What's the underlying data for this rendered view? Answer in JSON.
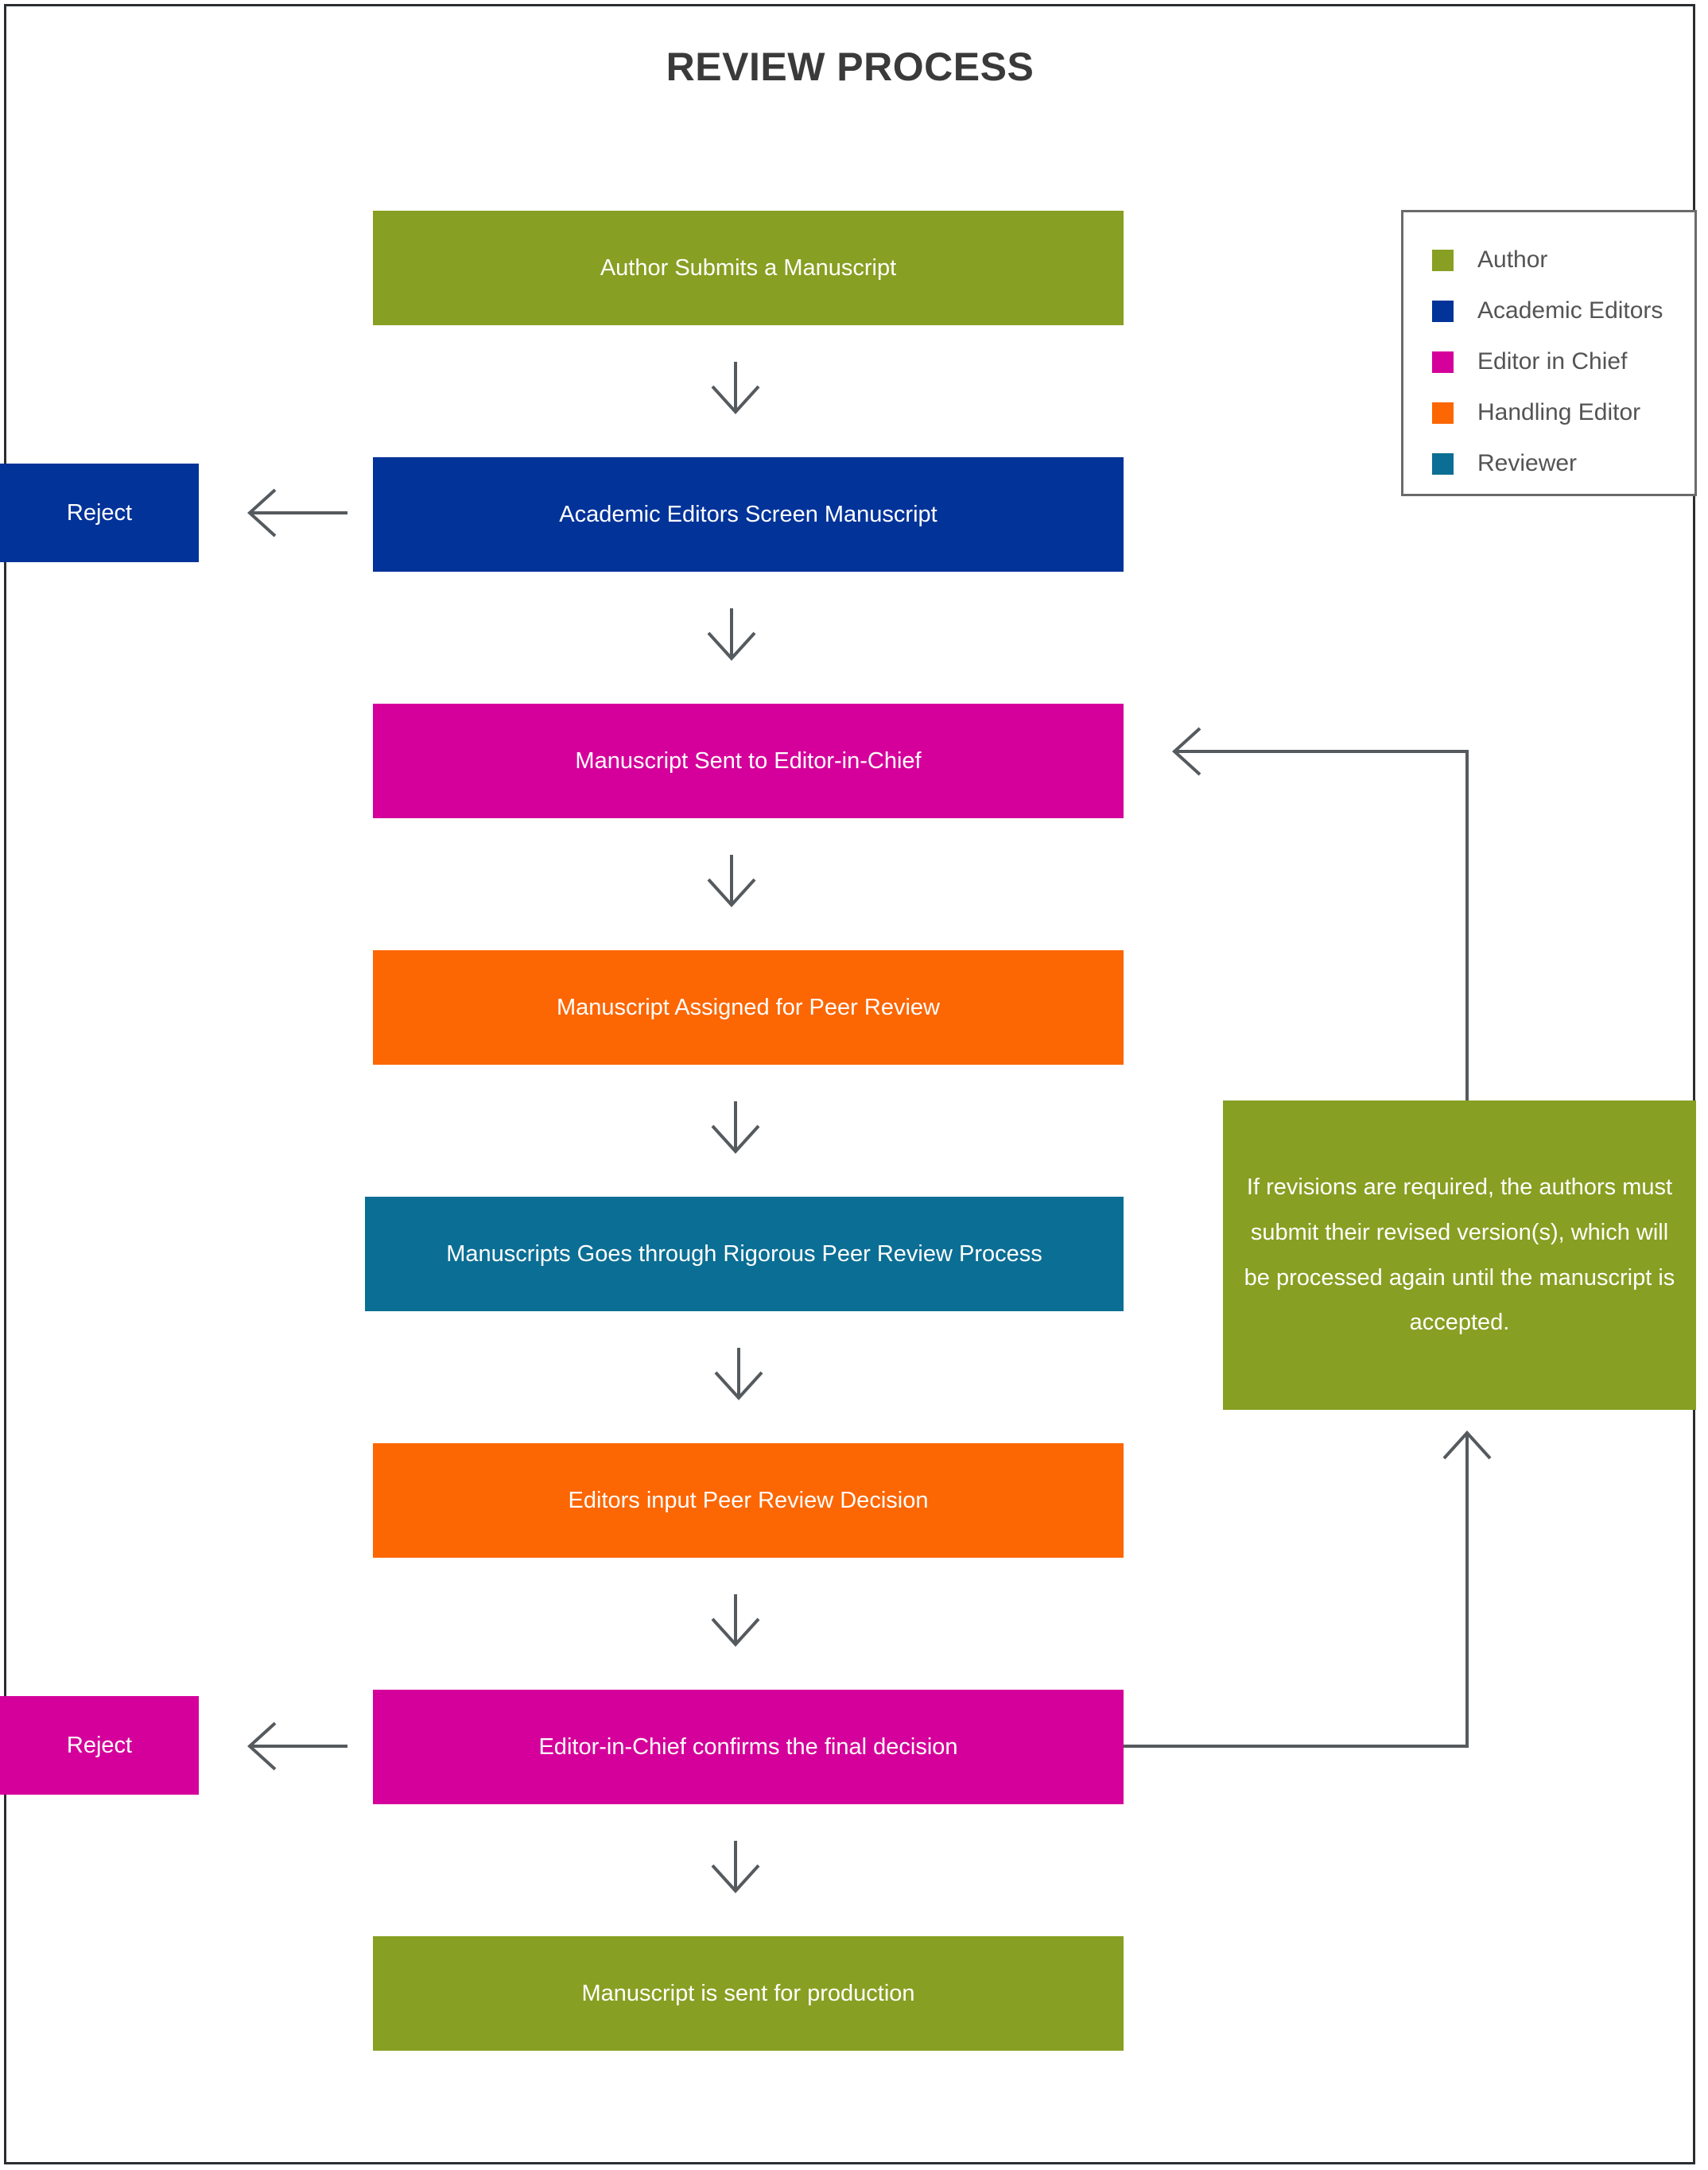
{
  "page": {
    "title": "REVIEW PROCESS",
    "border_color": "#2b2e31",
    "background": "#ffffff"
  },
  "colors": {
    "author_green": "#879f22",
    "academic_blue": "#023399",
    "editor_chief_magenta": "#d5009b",
    "handling_editor_orange": "#fc6603",
    "reviewer_teal": "#0b6e94",
    "arrow_gray": "#555a5e",
    "title_gray": "#3a3a3a",
    "legend_text_gray": "#545454",
    "legend_border_gray": "#6b6b6b"
  },
  "legend": {
    "items": [
      {
        "label": "Author",
        "color": "#879f22"
      },
      {
        "label": "Academic Editors",
        "color": "#023399"
      },
      {
        "label": "Editor in Chief",
        "color": "#d5009b"
      },
      {
        "label": "Handling Editor",
        "color": "#fc6603"
      },
      {
        "label": "Reviewer",
        "color": "#0b6e94"
      }
    ]
  },
  "flow": {
    "steps": [
      {
        "label": "Author Submits a Manuscript",
        "role": "Author",
        "color": "#879f22"
      },
      {
        "label": "Academic Editors Screen Manuscript",
        "role": "Academic Editors",
        "color": "#023399"
      },
      {
        "label": "Manuscript Sent to Editor-in-Chief",
        "role": "Editor in Chief",
        "color": "#d5009b"
      },
      {
        "label": "Manuscript Assigned for Peer Review",
        "role": "Handling Editor",
        "color": "#fc6603"
      },
      {
        "label": "Manuscripts Goes through Rigorous Peer Review Process",
        "role": "Reviewer",
        "color": "#0b6e94"
      },
      {
        "label": "Editors input Peer Review Decision",
        "role": "Handling Editor",
        "color": "#fc6603"
      },
      {
        "label": "Editor-in-Chief confirms the final decision",
        "role": "Editor in Chief",
        "color": "#d5009b"
      },
      {
        "label": "Manuscript is sent for production",
        "role": "Author",
        "color": "#879f22"
      }
    ],
    "rejects": [
      {
        "label": "Reject",
        "color": "#023399",
        "from_step": "Academic Editors Screen Manuscript"
      },
      {
        "label": "Reject",
        "color": "#d5009b",
        "from_step": "Editor-in-Chief confirms the final decision"
      }
    ],
    "note": {
      "text": "If revisions are required, the authors must submit their revised version(s), which will be processed again until the manuscript  is accepted.",
      "color": "#879f22"
    }
  }
}
